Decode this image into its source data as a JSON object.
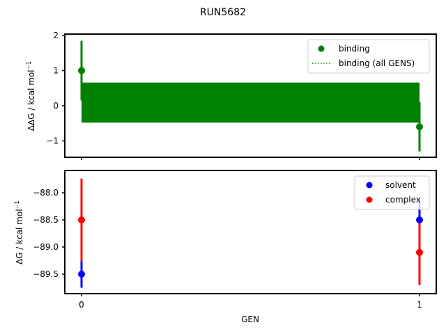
{
  "figure": {
    "title": "RUN5682",
    "xlabel": "GEN"
  },
  "chart_data": [
    {
      "type": "scatter",
      "panel": "top",
      "title": "RUN5682",
      "xlabel": "",
      "ylabel": "ΔΔG / kcal mol⁻¹",
      "ylabel_parts": {
        "main": "ΔΔG / kcal mol",
        "sup": "−1"
      },
      "x": [
        0,
        1
      ],
      "xticks": [
        "0",
        "1"
      ],
      "xtick_labels_visible": false,
      "yticks": [
        2,
        1,
        0,
        -1
      ],
      "ytick_labels": [
        "2",
        "1",
        "0",
        "−1"
      ],
      "ylim": [
        -1.5,
        2.0
      ],
      "grid": false,
      "legend_position": "upper right",
      "series": [
        {
          "name": "binding",
          "kind": "errorbar-scatter",
          "color": "#008000",
          "values": [
            1.0,
            -0.6
          ],
          "errors": [
            0.85,
            0.7
          ]
        },
        {
          "name": "binding (all GENS)",
          "kind": "band",
          "color": "#008000",
          "linestyle": "dotted",
          "x_range": [
            0,
            1
          ],
          "center": 0.09,
          "lower": -0.48,
          "upper": 0.66
        }
      ],
      "legend": [
        {
          "label": "binding",
          "marker": "circle",
          "color": "#008000"
        },
        {
          "label": "binding (all GENS)",
          "marker": "dotted-line",
          "color": "#008000"
        }
      ]
    },
    {
      "type": "scatter",
      "panel": "bottom",
      "xlabel": "GEN",
      "ylabel": "ΔG / kcal mol⁻¹",
      "ylabel_parts": {
        "main": "ΔG / kcal mol",
        "sup": "−1"
      },
      "x": [
        0,
        1
      ],
      "xticks": [
        "0",
        "1"
      ],
      "yticks": [
        -88.0,
        -88.5,
        -89.0,
        -89.5
      ],
      "ytick_labels": [
        "−88.0",
        "−88.5",
        "−89.0",
        "−89.5"
      ],
      "ylim": [
        -89.85,
        -87.65
      ],
      "grid": false,
      "legend_position": "upper right",
      "series": [
        {
          "name": "solvent",
          "color": "#0000ff",
          "values": [
            -89.5,
            -88.5
          ],
          "errors": [
            0.25,
            0.35
          ]
        },
        {
          "name": "complex",
          "color": "#ff0000",
          "values": [
            -88.5,
            -89.1
          ],
          "errors": [
            0.76,
            0.6
          ]
        }
      ],
      "legend": [
        {
          "label": "solvent",
          "marker": "circle",
          "color": "#0000ff"
        },
        {
          "label": "complex",
          "marker": "circle",
          "color": "#ff0000"
        }
      ]
    }
  ]
}
